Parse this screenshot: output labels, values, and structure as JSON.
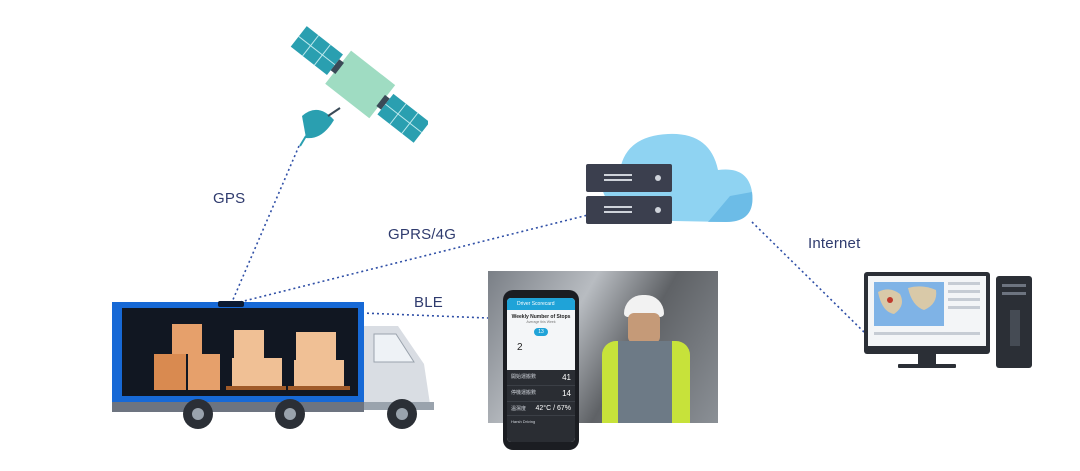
{
  "labels": {
    "gps": "GPS",
    "gprs": "GPRS/4G",
    "ble": "BLE",
    "internet": "Internet"
  },
  "phone": {
    "header": "Driver Scorecard",
    "title": "Weekly Number of Stops",
    "subtitle": "Average this Week",
    "badge": "13",
    "big_number": "2",
    "rows": [
      {
        "label": "開始運搬數",
        "value": "41"
      },
      {
        "label": "停機運搬數",
        "value": "14"
      },
      {
        "label": "溫濕度",
        "value": "42°C / 67%"
      },
      {
        "label": "Harsh Driving",
        "value": ""
      }
    ]
  },
  "colors": {
    "truck_blue": "#1769d6",
    "cloud": "#8fd3f2",
    "server": "#3b3f4e",
    "satellite_teal": "#2a9fb0",
    "satellite_body": "#9fdcc2",
    "link_line": "#2f4fa6",
    "label_text": "#2f3b6e"
  },
  "icons": {
    "satellite": "satellite-icon",
    "cloud": "cloud-icon",
    "server": "server-icon",
    "truck": "truck-icon",
    "phone": "smartphone-icon",
    "monitor": "desktop-monitor-icon"
  }
}
